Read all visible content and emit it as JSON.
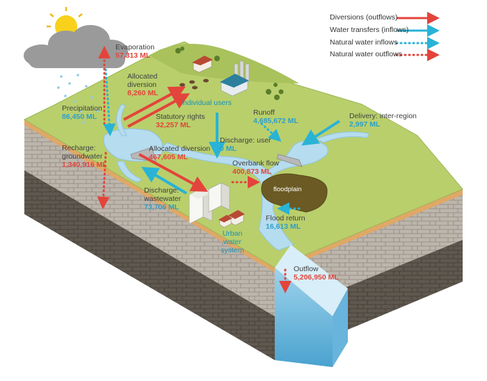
{
  "legend": {
    "diversions": "Diversions (outflows)",
    "transfers": "Water transfers (inflows)",
    "nat_in": "Natural water inflows",
    "nat_out": "Natural water outflows"
  },
  "flows": {
    "evaporation": {
      "label": "Evaporation",
      "value": "57,313 ML"
    },
    "allocated_div_upper": {
      "label": "Allocated diversion",
      "value": "8,260 ML"
    },
    "precipitation": {
      "label": "Precipitation",
      "value": "86,450 ML"
    },
    "statutory": {
      "label": "Statutory rights",
      "value": "32,257 ML"
    },
    "recharge": {
      "label": "Recharge: groundwater",
      "value": "1,340,916 ML"
    },
    "allocated_div_lower": {
      "label": "Allocated diversion",
      "value": "467,605 ML"
    },
    "discharge_user": {
      "label": "Discharge: user",
      "value": "0 ML"
    },
    "runoff": {
      "label": "Runoff",
      "value": "4,685,672 ML"
    },
    "delivery": {
      "label": "Delivery: inter-region",
      "value": "2,997 ML"
    },
    "overbank": {
      "label": "Overbank flow",
      "value": "400,873 ML"
    },
    "discharge_ww": {
      "label": "Discharge: wastewater",
      "value": "73,706 ML"
    },
    "flood_return": {
      "label": "Flood return",
      "value": "16,613 ML"
    },
    "outflow": {
      "label": "Outflow",
      "value": "5,206,950 ML"
    }
  },
  "places": {
    "individual_users": "Individual users",
    "urban": "Urban water system",
    "floodplain": "floodplain"
  },
  "colors": {
    "diversion": "#e3443b",
    "transfer": "#29b3d6",
    "land": "#b9cf6c",
    "water": "#b6dcef",
    "earth": "#7a5c40"
  }
}
